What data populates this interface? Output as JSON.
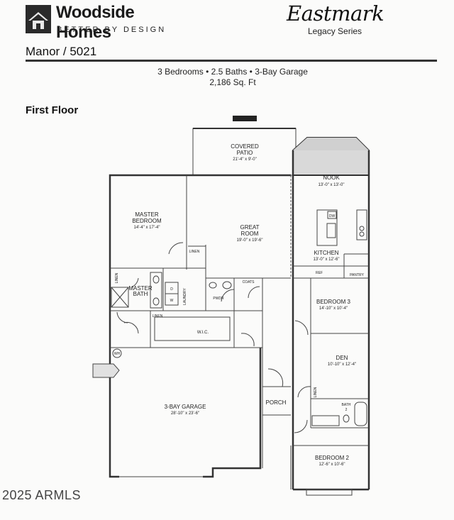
{
  "header": {
    "brand": "Woodside Homes",
    "tagline": "BETTER BY DESIGN",
    "community": "Eastmark",
    "series": "Legacy Series",
    "plan_title": "Manor / 5021"
  },
  "specs": {
    "line1": "3 Bedrooms • 2.5 Baths • 3-Bay Garage",
    "line2": "2,186 Sq. Ft"
  },
  "floor_label": "First Floor",
  "rooms": {
    "patio": {
      "name_1": "COVERED",
      "name_2": "PATIO",
      "dim": "21'-4\" x 9'-0\""
    },
    "nook": {
      "name": "NOOK",
      "dim": "13'-0\" x 13'-0\""
    },
    "master_bedroom": {
      "name_1": "MASTER",
      "name_2": "BEDROOM",
      "dim": "14'-4\" x 17'-4\""
    },
    "great_room": {
      "name_1": "GREAT",
      "name_2": "ROOM",
      "dim": "19'-0\" x 19'-6\""
    },
    "kitchen": {
      "name": "KITCHEN",
      "dim": "13'-0\" x 12'-6\""
    },
    "master_bath": {
      "name_1": "MASTER",
      "name_2": "BATH"
    },
    "laundry": {
      "name": "LAUNDRY"
    },
    "powder": {
      "name": "PWDR"
    },
    "coats": {
      "name": "COATS"
    },
    "wic": {
      "name": "W.I.C."
    },
    "bedroom3": {
      "name": "BEDROOM 3",
      "dim": "14'-10\" x 10'-4\""
    },
    "den": {
      "name": "DEN",
      "dim": "10'-10\" x 12'-4\""
    },
    "garage": {
      "name": "3-BAY GARAGE",
      "dim": "28'-10\" x 23'-6\""
    },
    "porch": {
      "name": "PORCH"
    },
    "bath2": {
      "name": "BATH",
      "num": "2"
    },
    "bedroom2": {
      "name": "BEDROOM 2",
      "dim": "12'-6\" x 10'-6\""
    }
  },
  "fixtures": {
    "linen_1": "LINEN",
    "linen_2": "LINEN",
    "linen_3": "LINEN",
    "linen_4": "LINEN",
    "refrigerator": "REF",
    "pantry": "PANTRY",
    "dishwasher": "DW",
    "washer": "W",
    "dryer": "D",
    "water_heater": "WH"
  },
  "copyright": "2025 ARMLS"
}
